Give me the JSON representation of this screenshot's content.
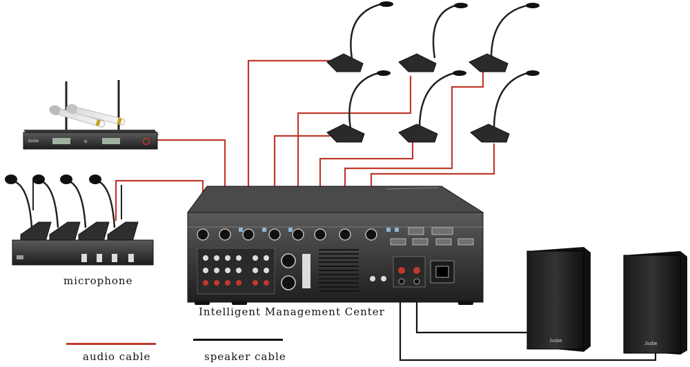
{
  "labels": {
    "microphone": "microphone",
    "center": "Intelligent Management Center"
  },
  "legend": {
    "audio": "audio cable",
    "speaker": "speaker cable"
  },
  "brand": "Jusbe",
  "colors": {
    "audio_cable": "#c0392b",
    "speaker_cable": "#111111",
    "device_body": "#2a2a2a",
    "panel": "#3a3a3a"
  }
}
